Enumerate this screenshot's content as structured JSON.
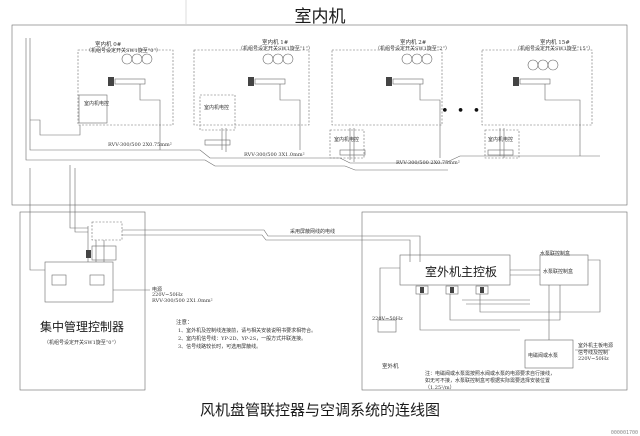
{
  "titles": {
    "indoor_heading": "室内机",
    "caption": "风机盘管联控器与空调系统的连线图"
  },
  "indoor_units": [
    {
      "name": "室内机 0#",
      "note": "（机组号设定开关SW1旋至“0”）",
      "panel": "室内机电控"
    },
    {
      "name": "室内机 1#",
      "note": "（机组号设定开关SW1旋至“1”）",
      "panel": "室内机电控"
    },
    {
      "name": "室内机 2#",
      "note": "（机组号设定开关SW1旋至“2”）",
      "panel": "室内机电控"
    },
    {
      "name": "室内机 15#",
      "note": "（机组号设定开关SW1旋至“15”）",
      "panel": "室内机电控"
    }
  ],
  "ellipsis": "• • •",
  "wire_spec_labels": [
    "RVV-300/500 2X0.75mm²",
    "RVV-300/500 3X1.0mm²",
    "RVV-300/500 2X0.75mm²"
  ],
  "central_controller": {
    "title": "集中管理控制器",
    "note": "（机组号设定开关SW1旋至“0”）",
    "power_label": "电源",
    "power_spec": "220V~50Hz",
    "wire_label": "RVV-300/500 2X1.0mm²"
  },
  "notes": {
    "heading": "注意：",
    "lines": [
      "1、室外机及控制线连接前，请与相关安装说明书要求相符合。",
      "2、室内机信号线：YP-2D、YP-2S，一般方式并联连接。",
      "3、信号线路较长时，可选用屏蔽线。"
    ]
  },
  "shield_label": "采用屏蔽网线的电线",
  "outdoor": {
    "board_title": "室外机主控板",
    "label": "室外机",
    "water_pump_label": "水泵联控制盒",
    "water_pump_box": "水泵联控制盒",
    "pump_wire": "电磁阀或水泵",
    "power_spec": "220V~50Hz",
    "legend_lines": [
      "室外机主板电源",
      "信号线及控制",
      "220V~50Hz"
    ],
    "footer_lines": [
      "注：电磁阀或水泵需按照水阀或水泵的电源要求自行接线，",
      "如无可不接，水泵联控制盒可根据实际需要选择安装位置",
      "（1.25²/m）"
    ]
  },
  "corner_id": "000001700"
}
